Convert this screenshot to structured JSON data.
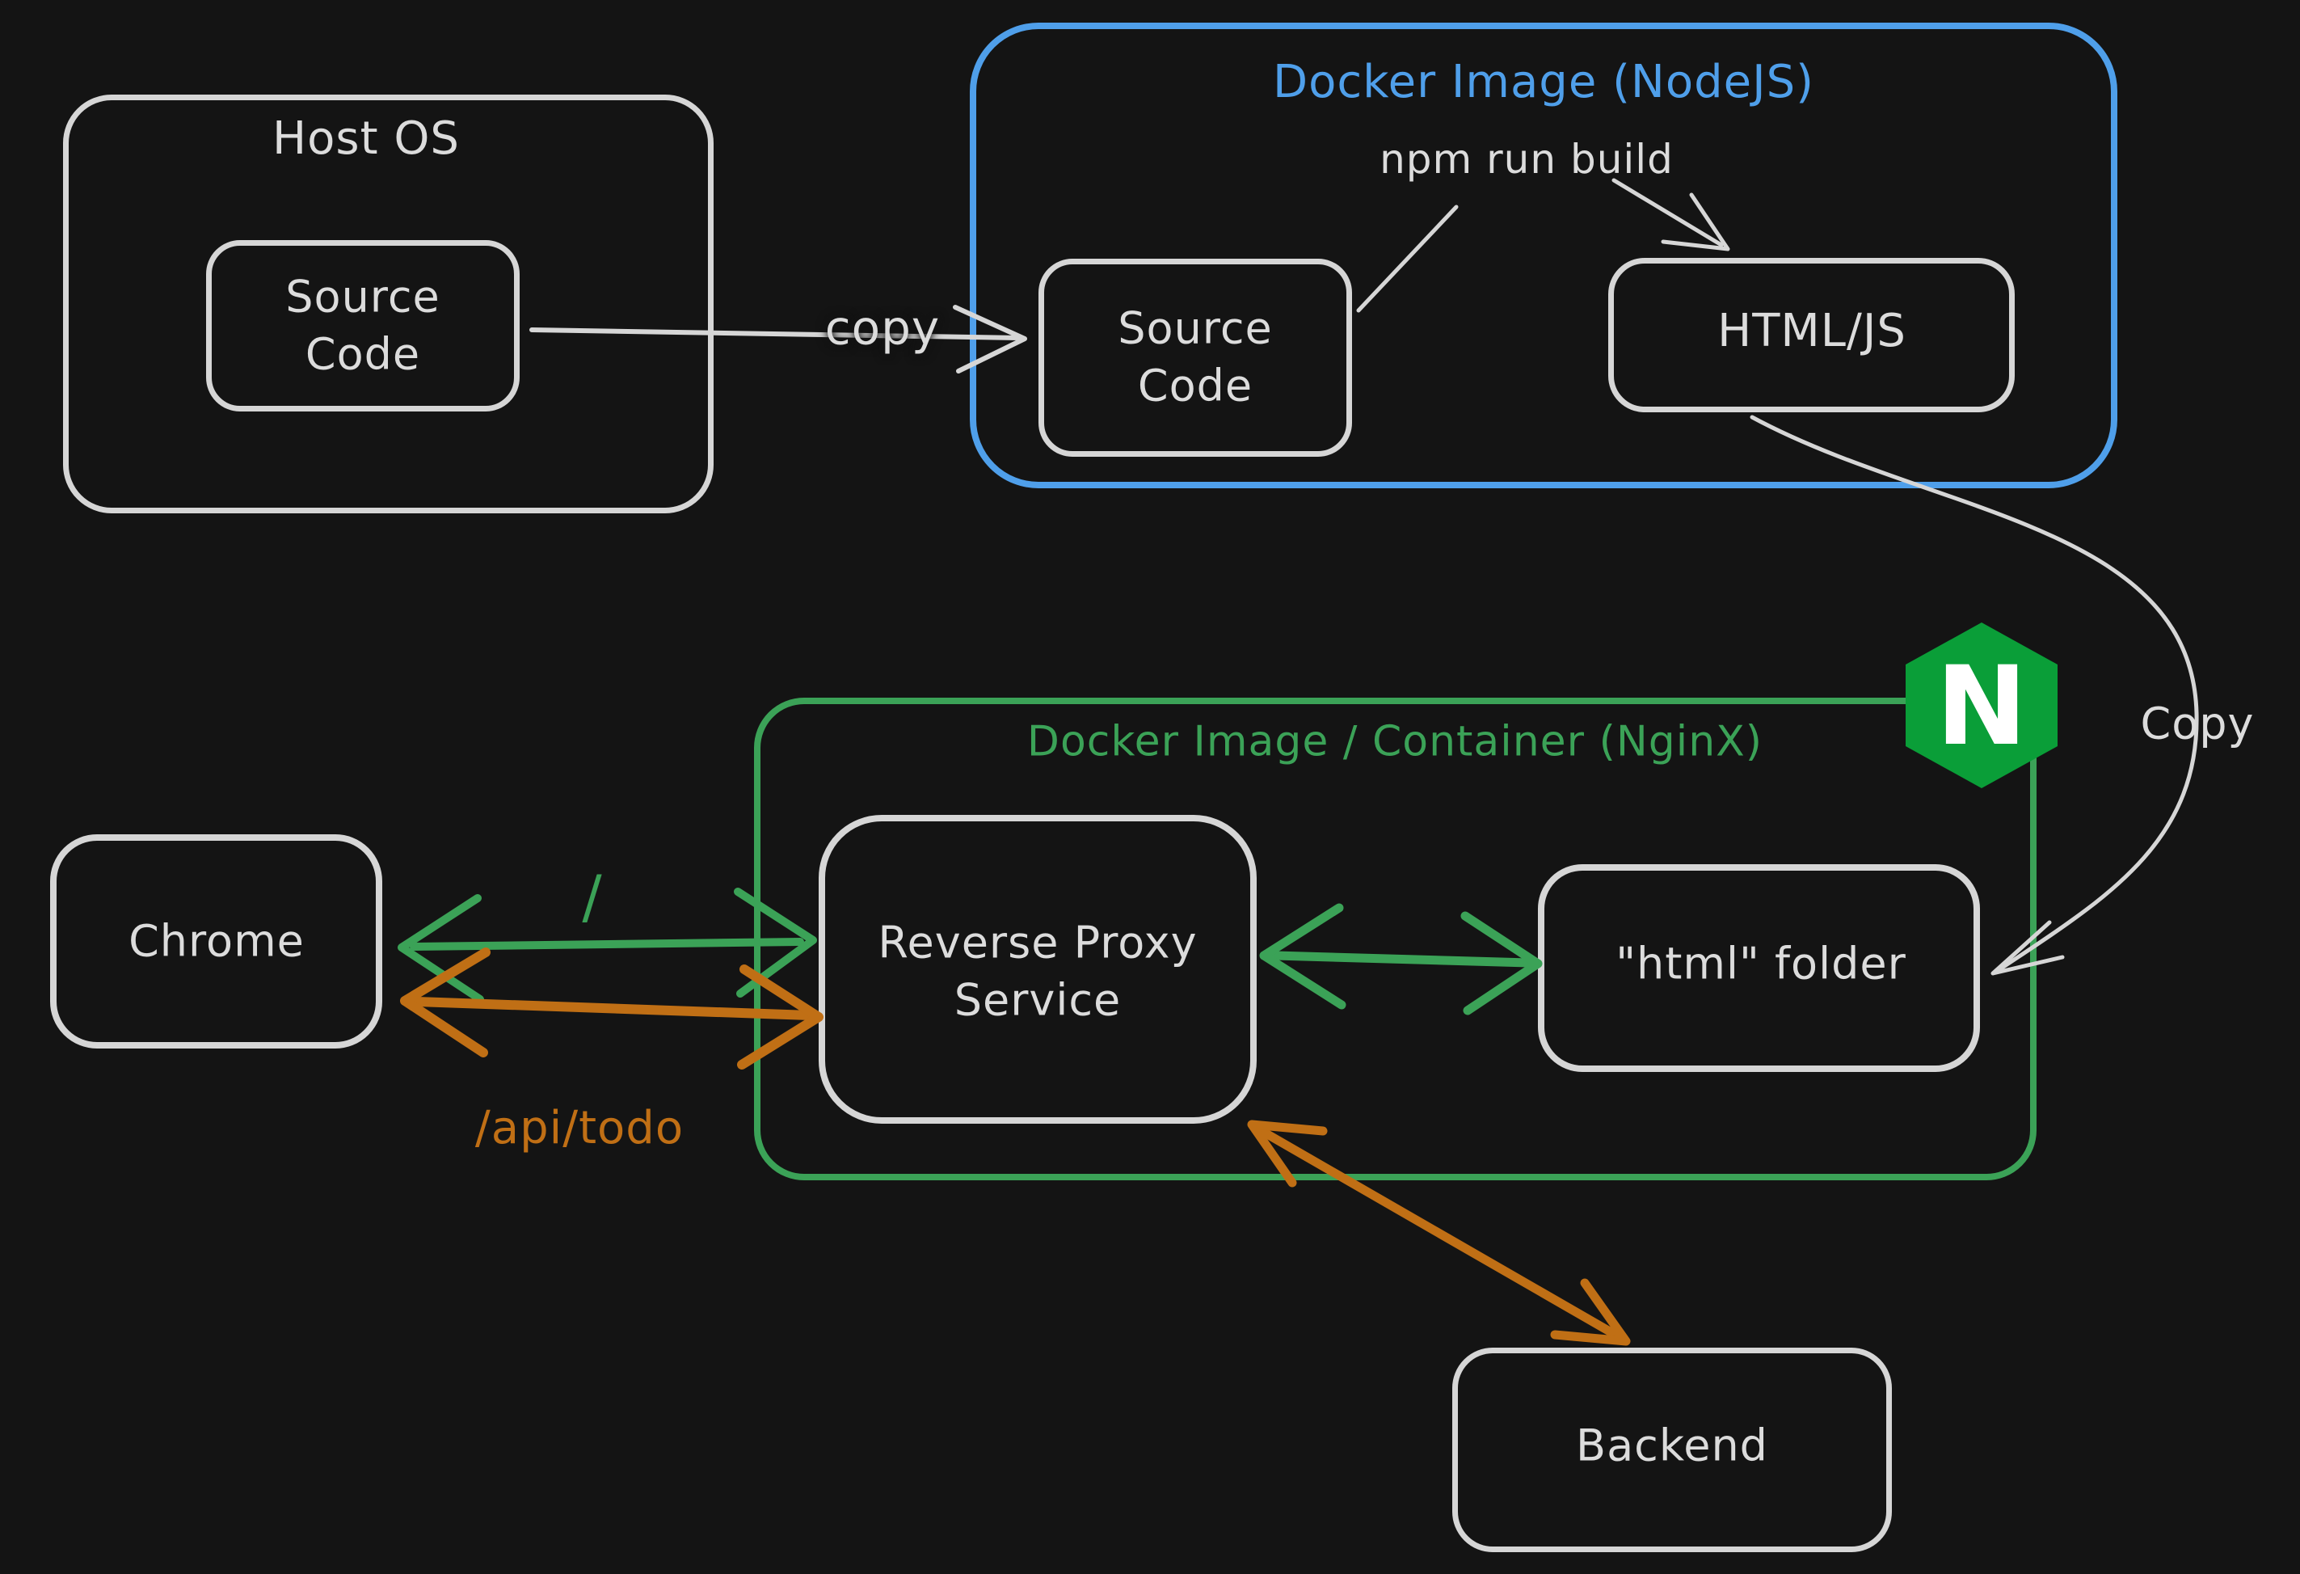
{
  "diagram": {
    "background": "#141414",
    "colors": {
      "stroke_white": "#d6d6d6",
      "text_white": "#dcdcdc",
      "blue": "#4f9fea",
      "green": "#3ba257",
      "orange": "#c06f15",
      "nginx_green": "#0a9e38"
    },
    "host_os": {
      "title": "Host OS",
      "source_code": "Source\nCode"
    },
    "docker_nodejs": {
      "title": "Docker Image (NodeJS)",
      "npm_label": "npm run build",
      "source_code": "Source\nCode",
      "html_js": "HTML/JS"
    },
    "copy_arrow_label": "copy",
    "copy_curve_label": "Copy",
    "nginx_container": {
      "title": "Docker Image / Container (NginX)",
      "reverse_proxy": "Reverse Proxy\nService",
      "html_folder": "\"html\" folder",
      "logo_letter": "N"
    },
    "chrome": {
      "label": "Chrome"
    },
    "backend": {
      "label": "Backend"
    },
    "routes": {
      "root": "/",
      "api": "/api/todo"
    }
  }
}
